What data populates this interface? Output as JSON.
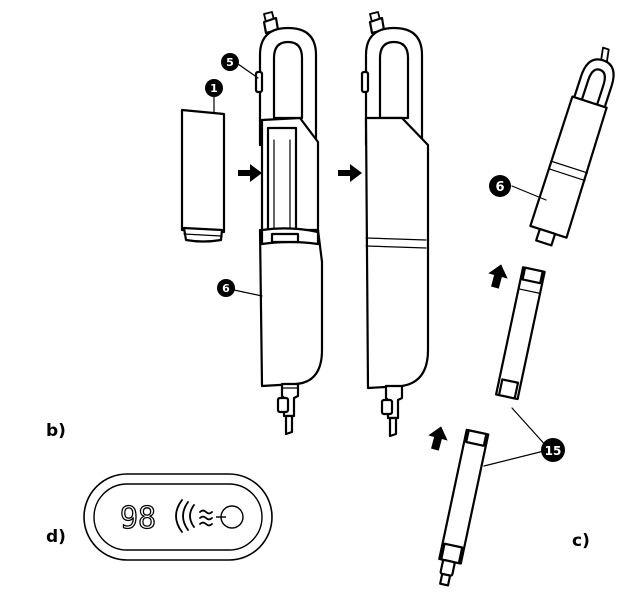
{
  "callouts": [
    {
      "id": "c1",
      "text": "1"
    },
    {
      "id": "c5",
      "text": "5"
    },
    {
      "id": "c6a",
      "text": "6"
    },
    {
      "id": "c6b",
      "text": "6"
    },
    {
      "id": "c15",
      "text": "15"
    }
  ],
  "section_labels": {
    "b": "b)",
    "c": "c)",
    "d": "d)"
  },
  "control_panel": {
    "display_digits": "98",
    "icons": [
      "mist-icon",
      "power-icon"
    ]
  },
  "colors": {
    "stroke": "#000000",
    "background": "#ffffff"
  }
}
